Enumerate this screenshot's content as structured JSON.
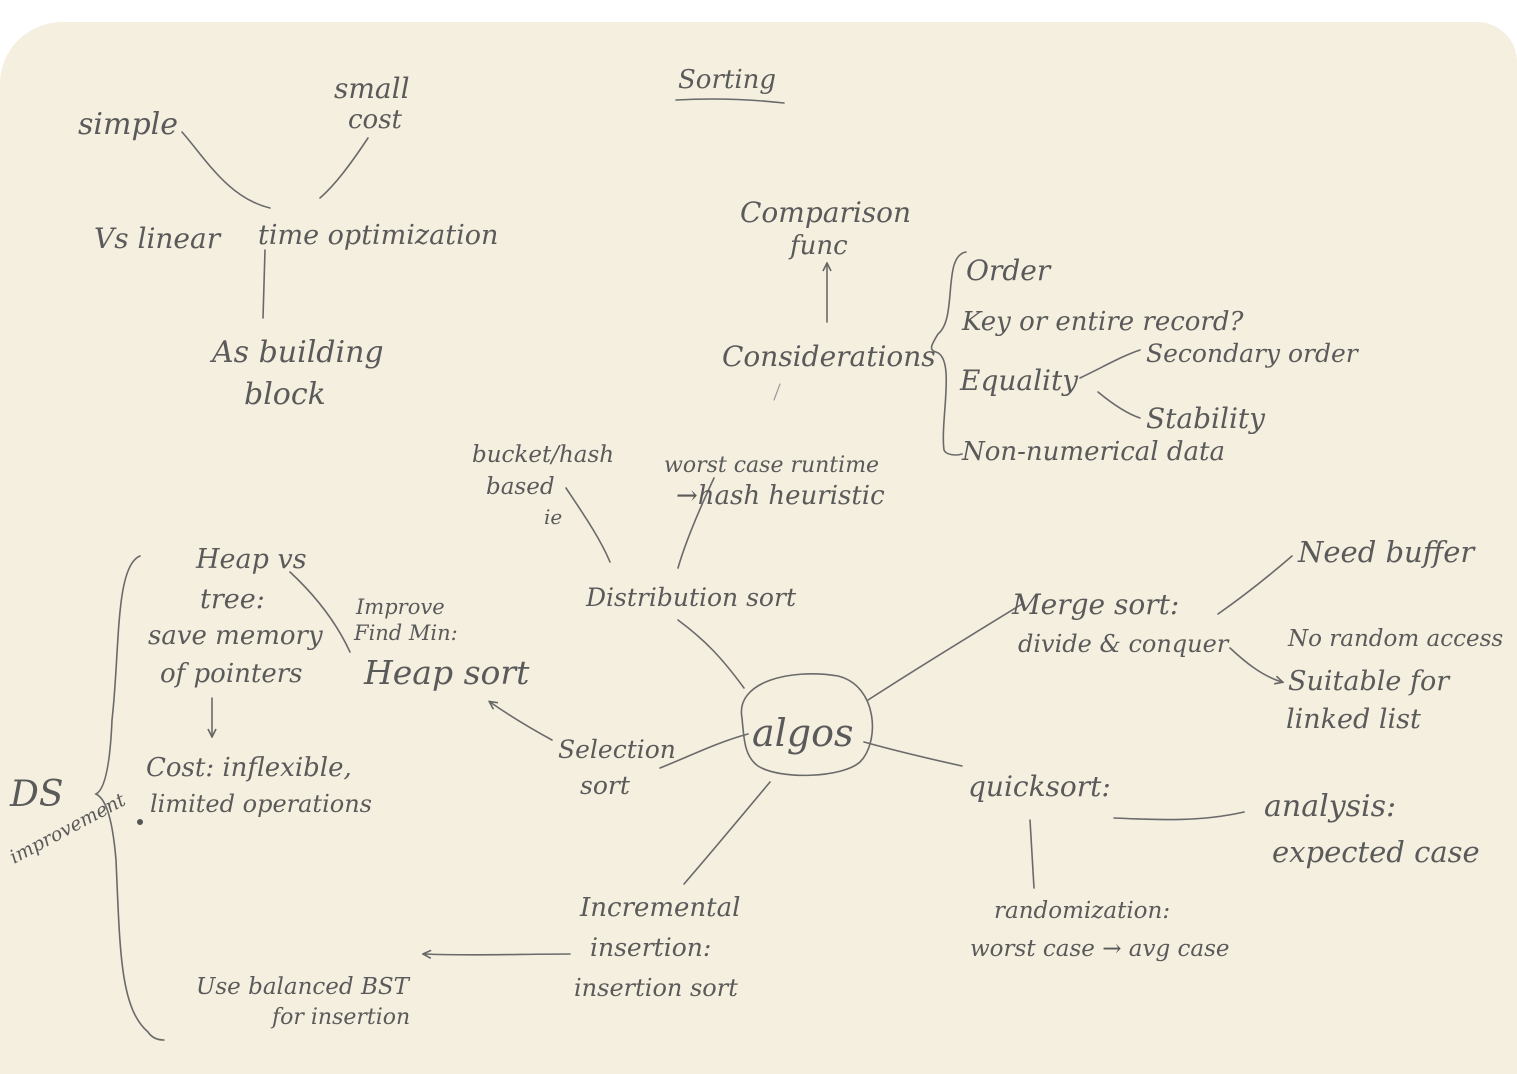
{
  "title": "Sorting",
  "colors": {
    "paper": "#f4efdf",
    "ink": "#5a5a5a",
    "background": "#ffffff"
  },
  "central_node": "algos",
  "top_left": {
    "simple": "simple",
    "small_cost_1": "small",
    "small_cost_2": "cost",
    "vs_linear": "Vs linear",
    "time_optimization": "time optimization",
    "building_block_1": "As building",
    "building_block_2": "block"
  },
  "considerations": {
    "comparison_func_1": "Comparison",
    "comparison_func_2": "func",
    "label": "Considerations",
    "order": "Order",
    "key_or_record": "Key or entire record?",
    "equality": "Equality",
    "secondary_order": "Secondary order",
    "stability": "Stability",
    "non_numerical": "Non-numerical data"
  },
  "distribution": {
    "bucket_1": "bucket/hash",
    "bucket_2": "based",
    "bucket_3": "ie",
    "worst_case_1": "worst case runtime",
    "worst_case_2": "→hash heuristic",
    "label": "Distribution sort"
  },
  "heap": {
    "heap_vs_1": "Heap vs",
    "heap_vs_2": "tree:",
    "save_memory_1": "save memory",
    "save_memory_2": "of pointers",
    "cost_1": "Cost: inflexible,",
    "cost_2": "limited operations",
    "improve_1": "Improve",
    "improve_2": "Find Min:",
    "heap_sort": "Heap sort"
  },
  "ds_improvement": {
    "ds": "DS",
    "improvement": "improvement"
  },
  "selection": {
    "line1": "Selection",
    "line2": "sort"
  },
  "incremental": {
    "line1": "Incremental",
    "line2": "insertion:",
    "line3": "insertion sort",
    "bst_1": "Use balanced BST",
    "bst_2": "for insertion"
  },
  "merge": {
    "line1": "Merge sort:",
    "line2": "divide & conquer",
    "need_buffer": "Need buffer",
    "no_random": "No random access",
    "suitable_1": "Suitable for",
    "suitable_2": "linked list"
  },
  "quicksort": {
    "label": "quicksort:",
    "analysis_1": "analysis:",
    "analysis_2": "expected case",
    "random_1": "randomization:",
    "random_2": "worst case → avg case"
  }
}
